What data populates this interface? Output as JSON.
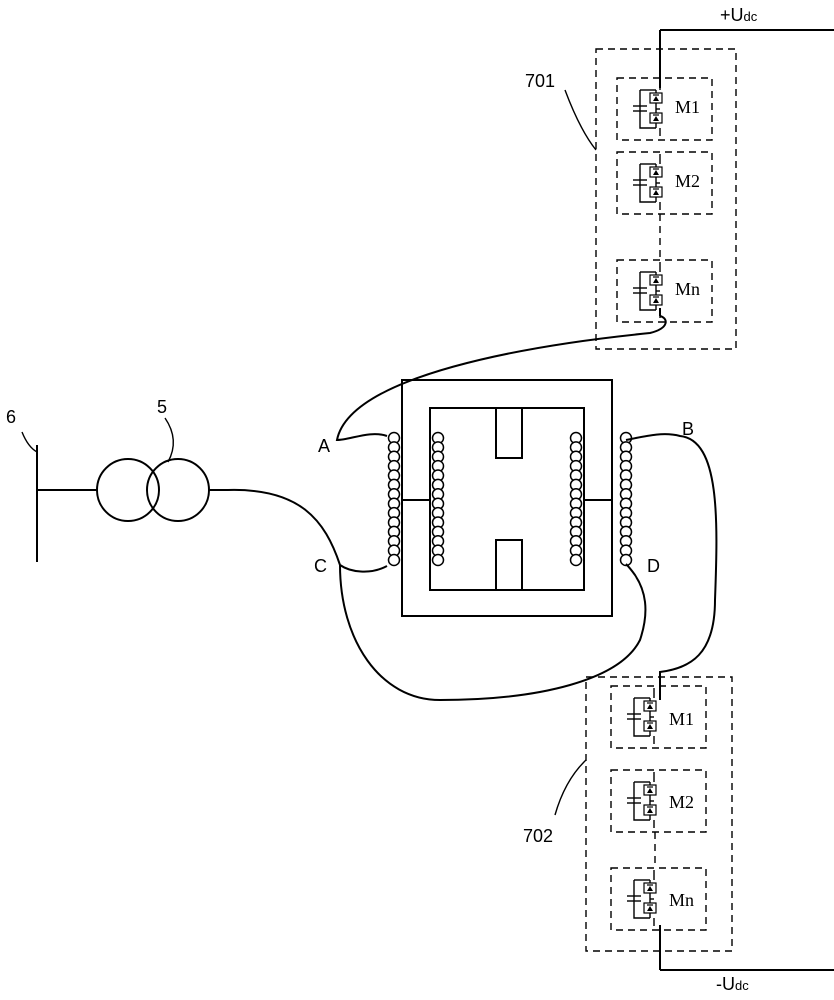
{
  "labels": {
    "node_a": "A",
    "node_b": "B",
    "node_c": "C",
    "node_d": "D",
    "busbar": "6",
    "transformer": "5",
    "converter_top": "701",
    "converter_bottom": "702",
    "dc_positive": "+U",
    "dc_negative": "-U",
    "dc_sub": "dc"
  },
  "modules_top": [
    "M1",
    "M2",
    "Mn"
  ],
  "modules_bottom": [
    "M1",
    "M2",
    "Mn"
  ]
}
